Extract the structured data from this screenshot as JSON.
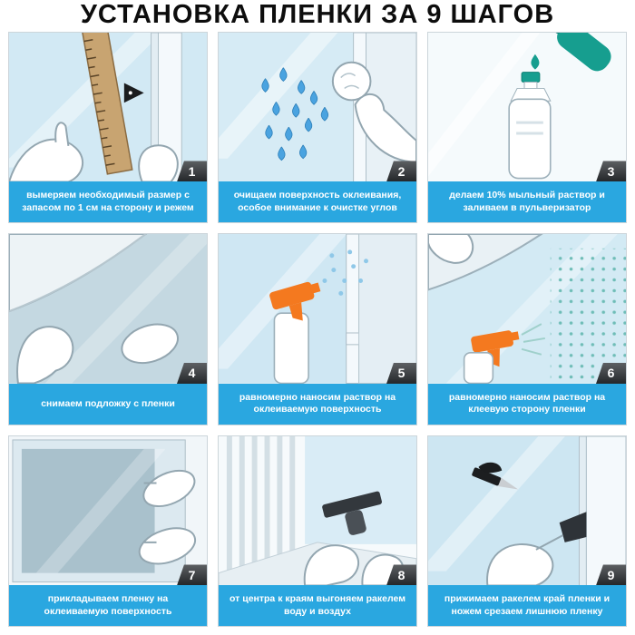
{
  "title": "УСТАНОВКА ПЛЕНКИ ЗА 9 ШАГОВ",
  "steps": [
    {
      "number": "1",
      "caption": "вымеряем необходимый размер с запасом по 1 см на сторону и режем"
    },
    {
      "number": "2",
      "caption": "очищаем поверхность оклеивания, особое внимание к очистке углов"
    },
    {
      "number": "3",
      "caption": "делаем 10% мыльный раствор и заливаем в пульверизатор"
    },
    {
      "number": "4",
      "caption": "снимаем подложку с пленки"
    },
    {
      "number": "5",
      "caption": "равномерно наносим раствор на оклеиваемую поверхность"
    },
    {
      "number": "6",
      "caption": "равномерно наносим раствор на клеевую сторону пленки"
    },
    {
      "number": "7",
      "caption": "прикладываем пленку на оклеиваемую поверхность"
    },
    {
      "number": "8",
      "caption": "от центра к краям выгоняем ракелем воду и воздух"
    },
    {
      "number": "9",
      "caption": "прижимаем ракелем край пленки и ножем срезаем лишнюю пленку"
    }
  ],
  "colors": {
    "caption_band": "#2aa7e0",
    "badge_dark": "#2b2e31",
    "accent_orange": "#f4791f",
    "accent_teal": "#169e8f",
    "glass_blue": "#d2e9f4",
    "film_gray_blue": "#a9c1cc"
  }
}
